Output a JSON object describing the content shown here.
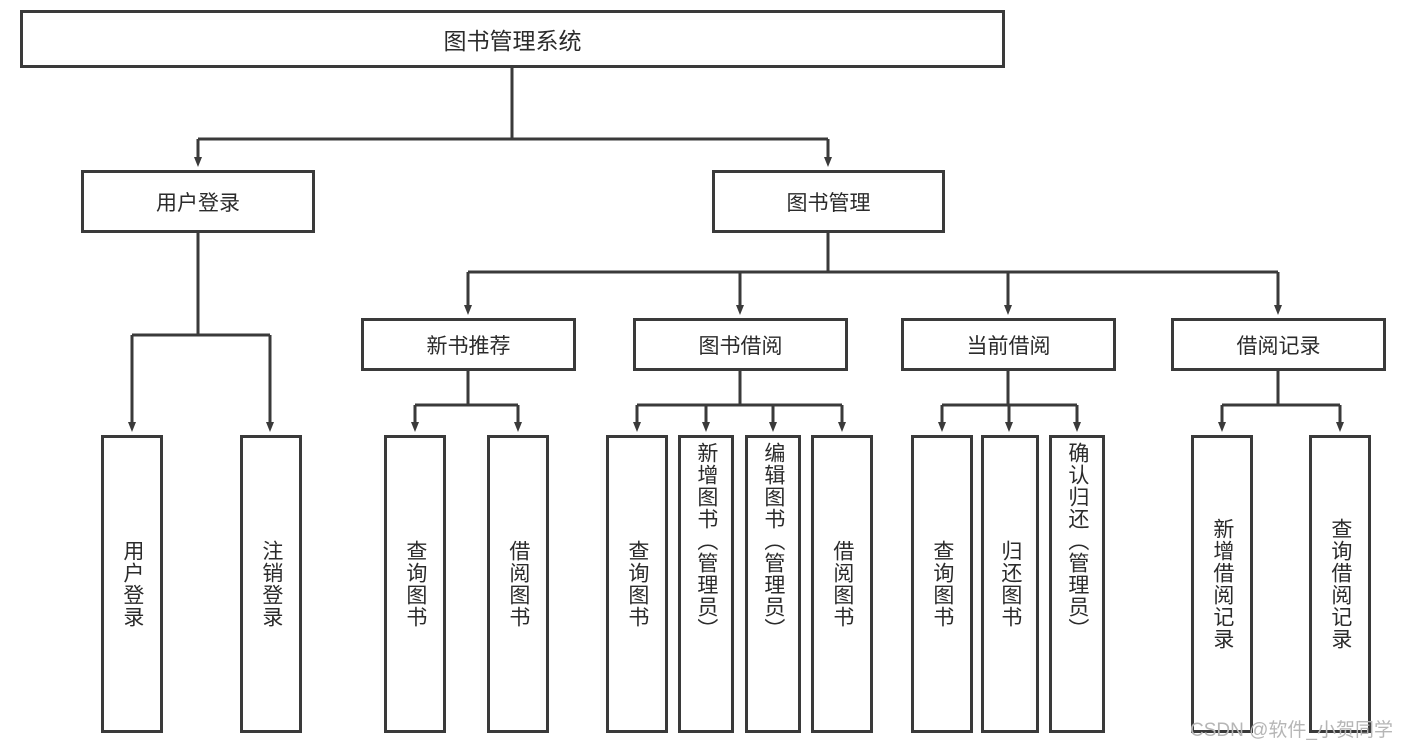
{
  "diagram": {
    "title": "图书管理系统",
    "type": "tree-hierarchy-diagram",
    "watermark": "CSDN @软件_小贺同学",
    "colors": {
      "border": "#3a3a3a",
      "text": "#2b2b2b",
      "background": "#ffffff",
      "watermark": "#b6b6b6"
    },
    "root": {
      "label": "图书管理系统"
    },
    "level2": [
      {
        "label": "用户登录"
      },
      {
        "label": "图书管理"
      }
    ],
    "level3": [
      {
        "label": "新书推荐"
      },
      {
        "label": "图书借阅"
      },
      {
        "label": "当前借阅"
      },
      {
        "label": "借阅记录"
      }
    ],
    "leaves": {
      "user_login": [
        {
          "label": "用户登录"
        },
        {
          "label": "注销登录"
        }
      ],
      "new_book_recommend": [
        {
          "label": "查询图书"
        },
        {
          "label": "借阅图书"
        }
      ],
      "book_borrow": [
        {
          "label": "查询图书"
        },
        {
          "label": "新增图书（管理员）"
        },
        {
          "label": "编辑图书（管理员）"
        },
        {
          "label": "借阅图书"
        }
      ],
      "current_borrow": [
        {
          "label": "查询图书"
        },
        {
          "label": "归还图书"
        },
        {
          "label": "确认归还（管理员）"
        }
      ],
      "borrow_records": [
        {
          "label": "新增借阅记录"
        },
        {
          "label": "查询借阅记录"
        }
      ]
    }
  }
}
